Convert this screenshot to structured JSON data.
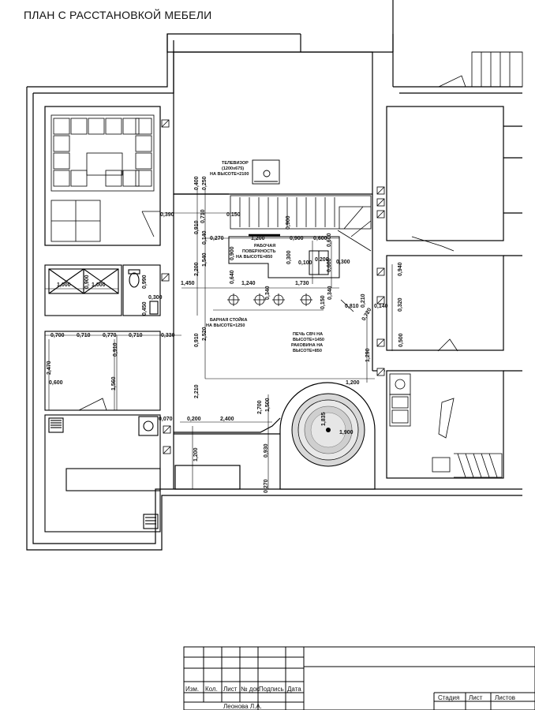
{
  "title": "ПЛАН С РАССТАНОВКОЙ МЕБЕЛИ",
  "notes": {
    "tv": [
      "ТЕЛЕВИЗОР",
      "(1200x675)",
      "НА ВЫСОТЕ=2100"
    ],
    "work": [
      "РАБОЧАЯ",
      "ПОВЕРХНОСТЬ",
      "НА ВЫСОТЕ=850"
    ],
    "bar": [
      "БАРНАЯ СТОЙКА",
      "НА ВЫСОТЕ=1250"
    ],
    "oven": [
      "ПЕЧЬ СВЧ НА",
      "ВЫСОТЕ=1450",
      "РАКОВИНА НА",
      "ВЫСОТЕ=850"
    ]
  },
  "dims": {
    "d0390": "0,390",
    "d0400": "0,400",
    "d0250": "0,250",
    "d0710a": "0,710",
    "d0910a": "0,910",
    "d0150": "0,150",
    "d0900a": "0,900",
    "d0270": "0,270",
    "d1200a": "1,200",
    "d0900b": "0,900",
    "d0600a": "0,600",
    "d0600b": "0,600",
    "d0140a": "0,140",
    "d1540": "1,540",
    "d2200": "2,200",
    "d0900c": "0,900",
    "d0640": "0,640",
    "d0300a": "0,300",
    "d0100": "0,100",
    "d0200a": "0,200",
    "d0600c": "0,600",
    "d0300b": "0,300",
    "d1240": "1,240",
    "d1730": "1,730",
    "d1450": "1,450",
    "d0340a": "0,340",
    "d0340b": "0,340",
    "d0150b": "0,150",
    "d0810": "0,810",
    "d0210": "0,210",
    "d0140b": "0,140",
    "d0720": "0,720",
    "d0320": "0,320",
    "d0940": "0,940",
    "d0900d": "0,900",
    "d0990": "0,990",
    "d0300c": "0,300",
    "d0450": "0,450",
    "d1000a": "1,000",
    "d1000b": "1,000",
    "d0700": "0,700",
    "d0710b": "0,710",
    "d0770": "0,770",
    "d0710c": "0,710",
    "d0330": "0,330",
    "d0910b": "0,910",
    "d2520": "2,520",
    "d0910c": "0,910",
    "d2470": "2,470",
    "d0600d": "0,600",
    "d1560": "1,560",
    "d2210": "2,210",
    "d1290": "1,290",
    "d1200b": "1,200",
    "d2700": "2,700",
    "d1500": "1,500",
    "d1835": "1,835",
    "d1900": "1,900",
    "d0070": "0,070",
    "d0200b": "0,200",
    "d2400": "2,400",
    "d1200c": "1,200",
    "d0930": "0,930",
    "d0270b": "0,270",
    "d0500": "0,500"
  },
  "stamp": {
    "headers": [
      "Изм.",
      "Кол.",
      "Лист",
      "№ док",
      "Подпись",
      "Дата"
    ],
    "author": "Леонова Л.А.",
    "right_headers": [
      "Стадия",
      "Лист",
      "Листов"
    ]
  }
}
